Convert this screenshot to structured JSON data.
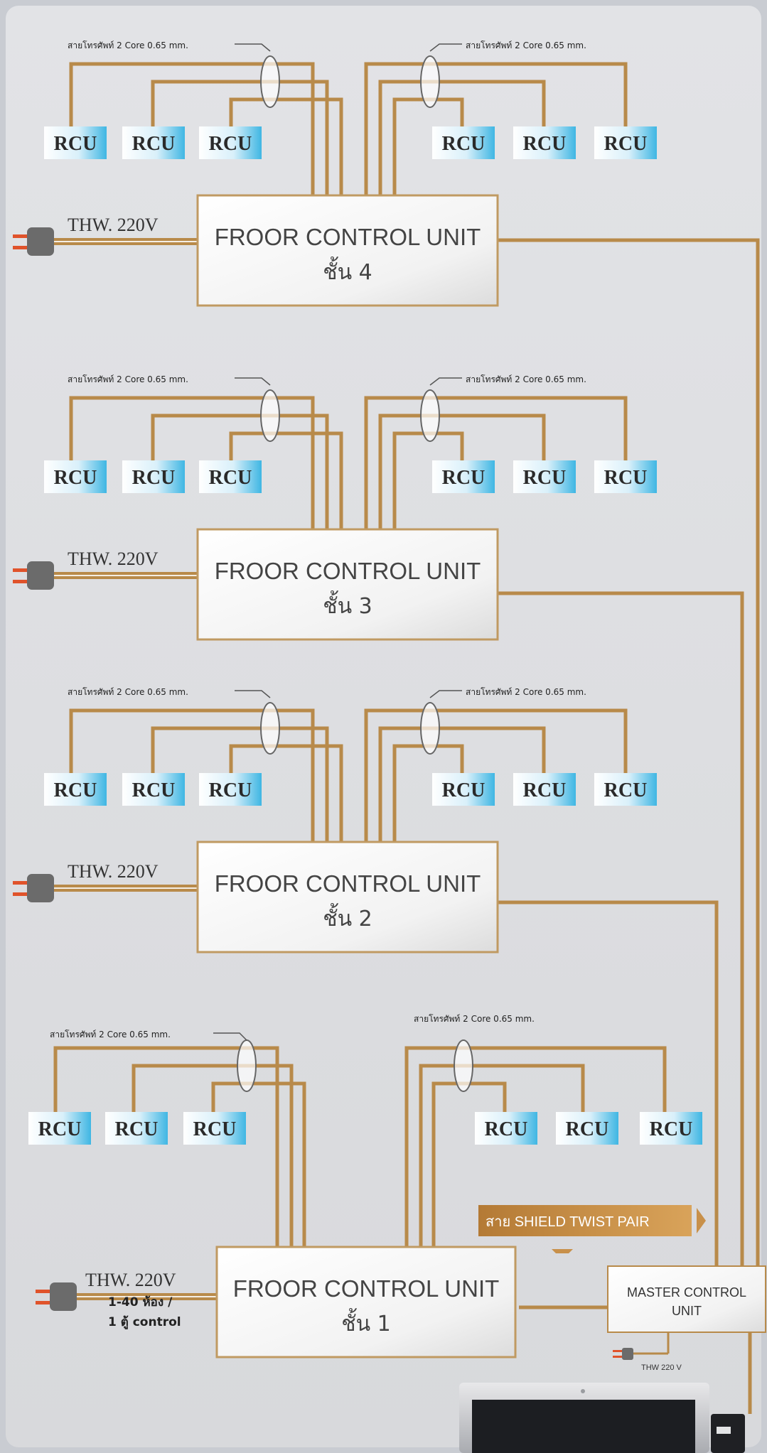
{
  "diagram": {
    "rcu_label": "RCU",
    "phone_cable_label": "สายโทรศัพท์ 2 Core 0.65 mm.",
    "power_label": "THW. 220V",
    "fcu_title": "FROOR CONTROL UNIT",
    "floors": [
      {
        "sub": "ชั้น 4"
      },
      {
        "sub": "ชั้น 3"
      },
      {
        "sub": "ชั้น 2"
      },
      {
        "sub": "ชั้น 1"
      }
    ],
    "capacity_note_line1": "1-40 ห้อง /",
    "capacity_note_line2": "1 ตู้ control",
    "shield_label": "สาย SHIELD TWIST PAIR",
    "mcu_line1": "MASTER CONTROL",
    "mcu_line2": "UNIT",
    "mcu_power_label": "THW 220 V"
  },
  "colors": {
    "wire": "#b88a4a",
    "rcu_gradient_start": "#ffffff",
    "rcu_gradient_end": "#3fb6e3",
    "plug": "#6b6b6b",
    "plug_pins": "#e0532b",
    "background": "#dcdde0"
  }
}
